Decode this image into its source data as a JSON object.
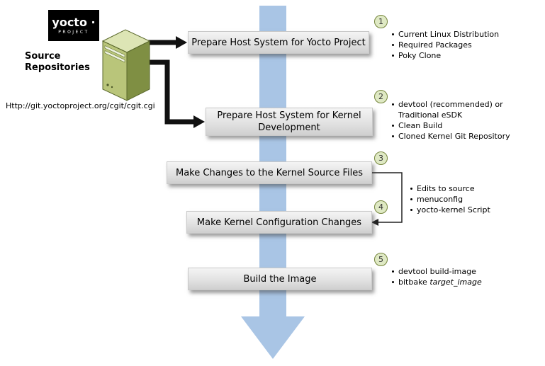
{
  "colors": {
    "arrow-blue": "#a9c5e5",
    "box-gray-top": "#f4f4f4",
    "box-gray-bottom": "#cfcfcf",
    "badge-fill": "#dfe9c4",
    "badge-border": "#75853c",
    "server-top": "#dde5b5",
    "server-front": "#b9c57a",
    "server-side": "#7f8f43"
  },
  "logo": {
    "brand": "yocto ·",
    "subtitle": "PROJECT"
  },
  "source": {
    "label": "Source Repositories",
    "url": "Http://git.yoctoproject.org/cgit/cgit.cgi"
  },
  "badges": [
    "1",
    "2",
    "3",
    "4",
    "5"
  ],
  "boxes": [
    "Prepare Host System for Yocto Project",
    "Prepare Host System for Kernel Development",
    "Make Changes to the Kernel Source Files",
    "Make Kernel Configuration Changes",
    "Build the Image"
  ],
  "lists": {
    "step1": [
      "Current Linux Distribution",
      "Required Packages",
      "Poky Clone"
    ],
    "step2": [
      "devtool (recommended) or Traditional eSDK",
      "Clean Build",
      "Cloned Kernel Git Repository"
    ],
    "steps34": [
      "Edits to source",
      "menuconfig",
      "yocto-kernel Script"
    ],
    "step5": {
      "item1": "devtool build-image",
      "item2_prefix": "bitbake ",
      "item2_italic": "target_image"
    }
  }
}
